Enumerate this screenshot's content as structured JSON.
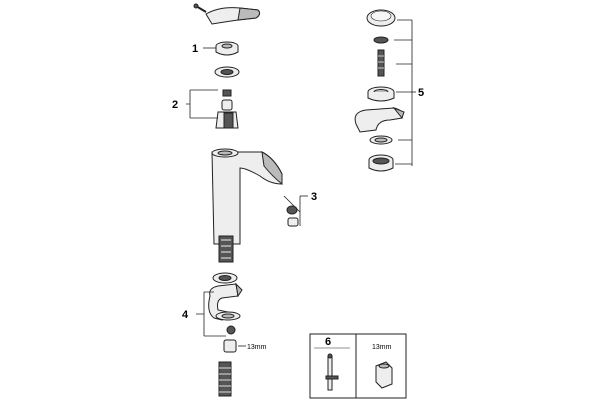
{
  "callouts": [
    "1",
    "2",
    "3",
    "4",
    "5"
  ],
  "tools_box": {
    "number": "6",
    "size_label": "13mm"
  },
  "nut_size_label": "13mm"
}
